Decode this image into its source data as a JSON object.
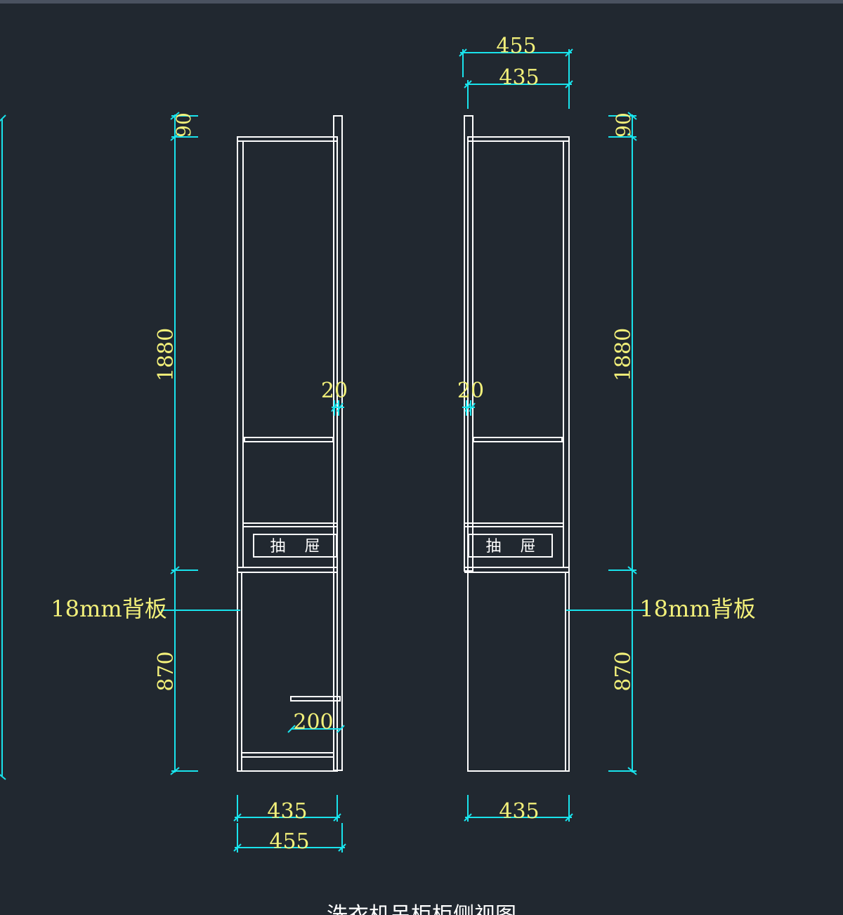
{
  "colors": {
    "background": "#212830",
    "geometry": "#ffffff",
    "dimension": "#19e3ec",
    "text": "#f2f07a"
  },
  "left_view": {
    "height_top": "90",
    "height_upper": "1880",
    "height_lower": "870",
    "panel_thickness": "20",
    "shelf_depth": "200",
    "depth_inner": "435",
    "depth_outer": "455",
    "drawer_label": "抽 屉",
    "back_panel_label": "18mm背板"
  },
  "right_view": {
    "depth_outer": "455",
    "depth_inner": "435",
    "height_top": "90",
    "height_upper": "1880",
    "height_lower": "870",
    "panel_thickness": "20",
    "depth_bottom": "435",
    "drawer_label": "抽 屉",
    "back_panel_label": "18mm背板"
  },
  "caption": "洗衣机吊柜柜侧视图"
}
